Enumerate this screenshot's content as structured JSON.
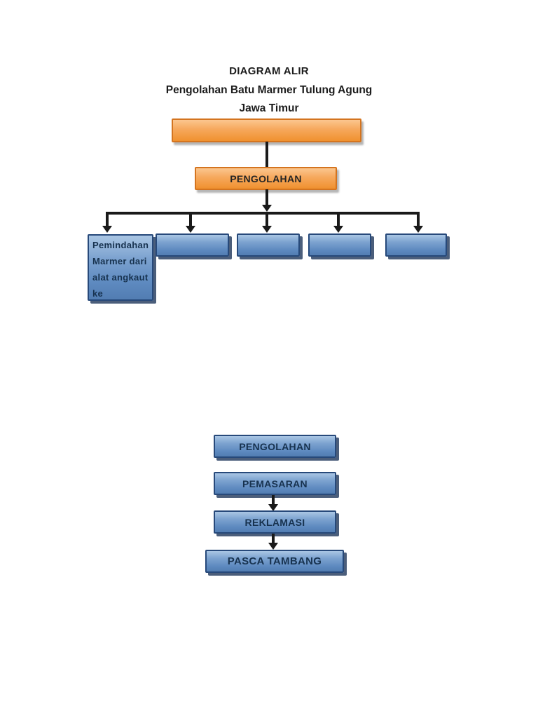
{
  "header": {
    "line1": "DIAGRAM ALIR",
    "line2": "Pengolahan Batu Marmer Tulung Agung",
    "line3": "Jawa Timur"
  },
  "top_flow": {
    "root_label": "",
    "process_label": "PENGOLAHAN",
    "branches": [
      {
        "label": "Pemindahan Marmer dari alat angkaut ke"
      },
      {
        "label": ""
      },
      {
        "label": ""
      },
      {
        "label": ""
      },
      {
        "label": ""
      }
    ]
  },
  "bottom_flow": {
    "steps": [
      {
        "label": "PENGOLAHAN"
      },
      {
        "label": "PEMASARAN"
      },
      {
        "label": "REKLAMASI"
      },
      {
        "label": "PASCA TAMBANG"
      }
    ]
  },
  "colors": {
    "page_background": "#FFFFFF",
    "orange_fill": "#F29B40",
    "orange_border": "#D4741F",
    "blue_fill": "#6E99CB",
    "blue_border": "#27497A",
    "box_text": "#17324F",
    "connector": "#1A1A1A"
  }
}
